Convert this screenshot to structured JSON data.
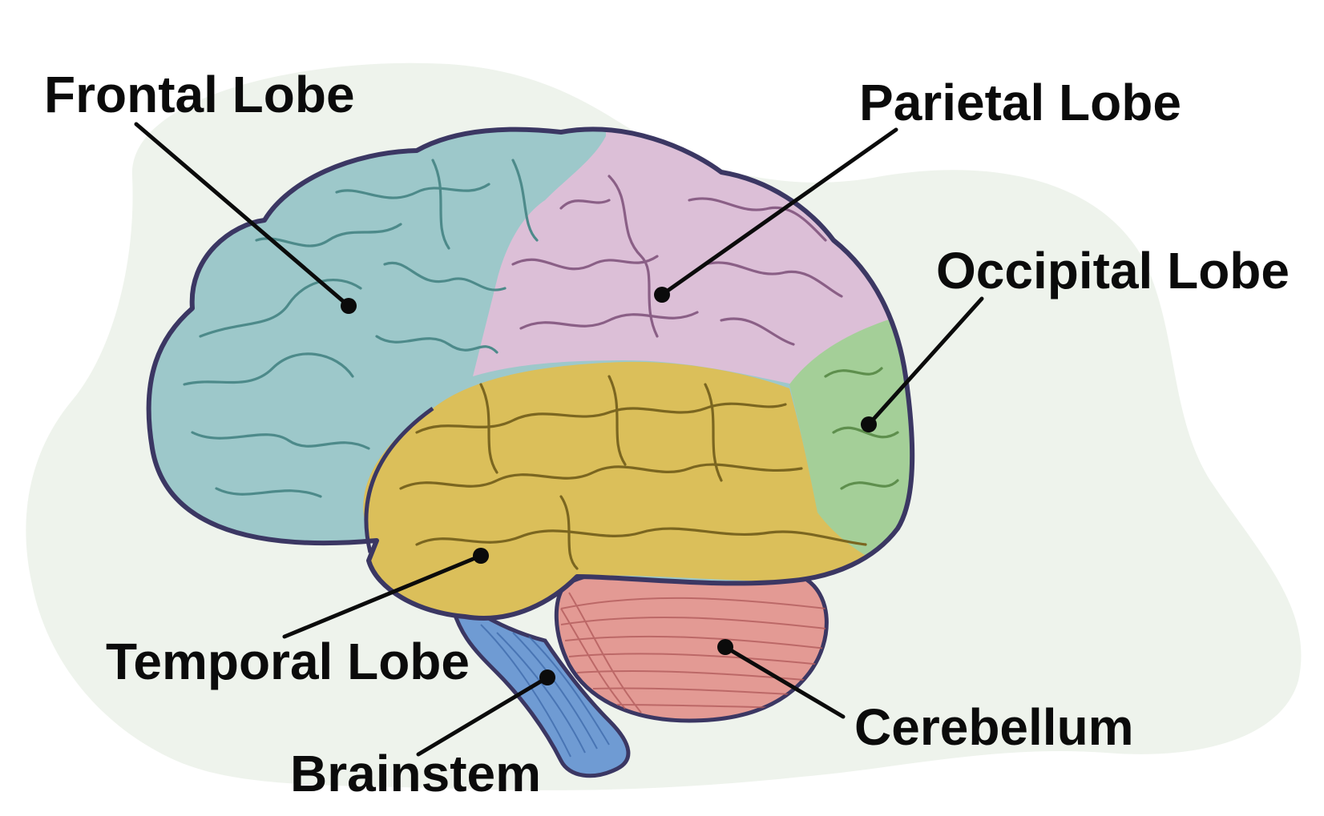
{
  "diagram": {
    "labels": {
      "frontal": "Frontal Lobe",
      "parietal": "Parietal Lobe",
      "occipital": "Occipital Lobe",
      "temporal": "Temporal Lobe",
      "cerebellum": "Cerebellum",
      "brainstem": "Brainstem"
    },
    "colors": {
      "background_blob": "#eef3ec",
      "outline": "#3b3763",
      "frontal": "#9dc8ca",
      "parietal": "#dcbfd7",
      "occipital": "#a4cf98",
      "temporal": "#dbbf5a",
      "cerebellum": "#e39a94",
      "brainstem": "#6f9bd3",
      "leader_line": "#0b0b0b"
    }
  }
}
